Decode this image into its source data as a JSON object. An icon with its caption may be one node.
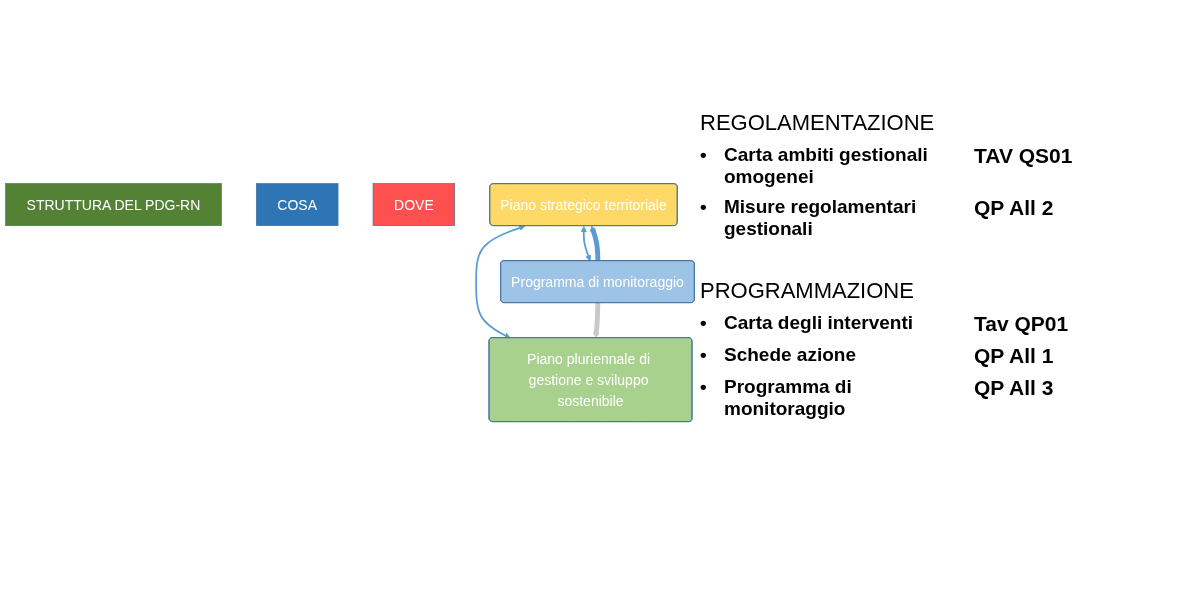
{
  "diagram": {
    "nodes": [
      {
        "text": [
          "STRUTTURA DEL PDG-RN"
        ]
      },
      {
        "text": [
          "COSA"
        ]
      },
      {
        "text": [
          "DOVE"
        ]
      },
      {
        "text": [
          "Piano strategico territoriale"
        ]
      },
      {
        "text": [
          "Piano pluriennale di gestione e sviluppo sostenibile"
        ]
      },
      {
        "text": [
          "Programma di monitoraggio"
        ]
      }
    ],
    "edges": [
      {
        "from": 3,
        "to": 4,
        "arrow": "both"
      },
      {
        "from": 3,
        "to": 5,
        "arrow": "both"
      },
      {
        "from": 5,
        "to": 3,
        "arrow": "to",
        "style": "thick"
      },
      {
        "from": 5,
        "to": 4,
        "arrow": "to",
        "style": "thick",
        "color": "#c9c9c9"
      }
    ],
    "labels": [
      "REGOLAMENTAZIONE",
      "•",
      "Carta ambiti gestionali omogenei",
      "TAV QS01",
      "•",
      "Misure regolamentari gestionali",
      "QP All 2",
      "PROGRAMMAZIONE",
      "•",
      "Carta degli interventi",
      "Tav QP01",
      "•",
      "Schede azione",
      "QP All 1",
      "•",
      "Programma di monitoraggio",
      "QP All 3"
    ]
  }
}
